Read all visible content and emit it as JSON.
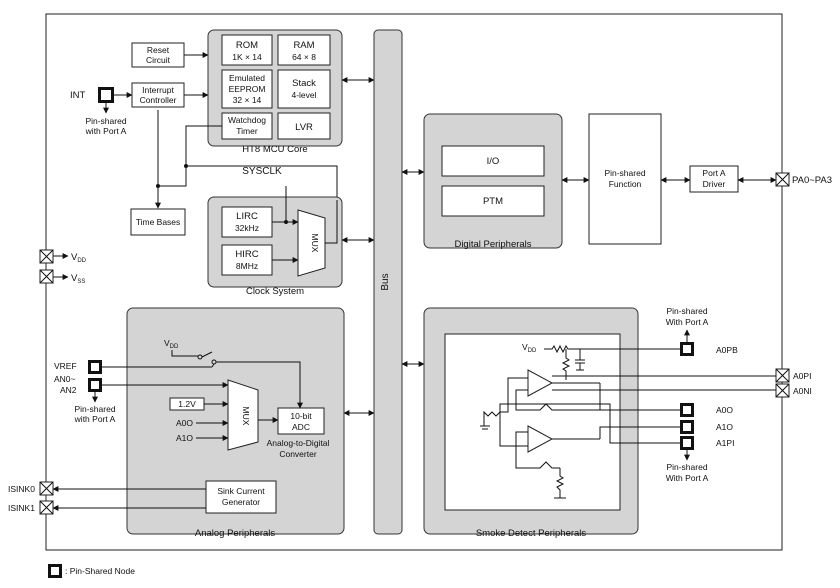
{
  "blocks": {
    "reset_circuit": [
      "Reset",
      "Circuit"
    ],
    "interrupt_controller": [
      "Interrupt",
      "Controller"
    ],
    "rom": [
      "ROM",
      "1K × 14"
    ],
    "ram": [
      "RAM",
      "64 × 8"
    ],
    "eeprom": [
      "Emulated",
      "EEPROM",
      "32 × 14"
    ],
    "stack": [
      "Stack",
      "4-level"
    ],
    "watchdog": [
      "Watchdog",
      "Timer"
    ],
    "lvr": "LVR",
    "mcu_core_label": "HT8 MCU Core",
    "time_bases": "Time Bases",
    "lirc": [
      "LIRC",
      "32kHz"
    ],
    "hirc": [
      "HIRC",
      "8MHz"
    ],
    "mux": "MUX",
    "clock_system_label": "Clock System",
    "sysclk": "SYSCLK",
    "bus": "Bus",
    "io": "I/O",
    "ptm": "PTM",
    "digital_peripherals_label": "Digital Peripherals",
    "pin_shared_function": [
      "Pin-shared",
      "Function"
    ],
    "port_a_driver": [
      "Port A",
      "Driver"
    ],
    "v12": "1.2V",
    "adc": [
      "10-bit",
      "ADC"
    ],
    "adc_caption": [
      "Analog-to-Digital",
      "Converter"
    ],
    "sink_current": [
      "Sink Current",
      "Generator"
    ],
    "analog_peripherals_label": "Analog Peripherals",
    "smoke_detect_label": "Smoke Detect Peripherals"
  },
  "pins": {
    "int": "INT",
    "pa": "PA0~PA3",
    "vdd_main": "V",
    "vdd_sub": "DD",
    "vss_main": "V",
    "vss_sub": "SS",
    "vref": "VREF",
    "an_line1": "AN0~",
    "an_line2": "AN2",
    "isink0": "ISINK0",
    "isink1": "ISINK1",
    "a0o_in": "A0O",
    "a1o_in": "A1O",
    "a0pb": "A0PB",
    "a0pi": "A0PI",
    "a0ni": "A0NI",
    "a0o": "A0O",
    "a1o": "A1O",
    "a1pi": "A1PI"
  },
  "notes": {
    "pin_shared_int": [
      "Pin-shared",
      "with Port A"
    ],
    "pin_shared_an": [
      "Pin-shared",
      "with Port A"
    ],
    "pin_shared_top": [
      "Pin-shared",
      "With Port A"
    ],
    "pin_shared_bottom": [
      "Pin-shared",
      "With Port A"
    ]
  },
  "legend": ": Pin-Shared Node"
}
